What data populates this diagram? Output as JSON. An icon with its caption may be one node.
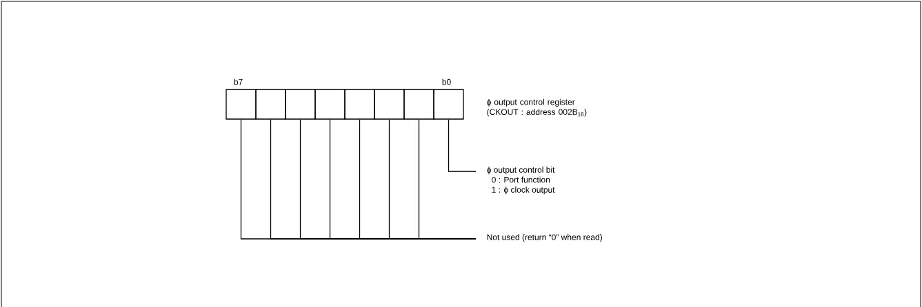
{
  "diagram": {
    "nodes": [
      {
        "text": [],
        "shape": "box",
        "beside": [
          "b7"
        ]
      },
      {
        "text": [],
        "shape": "box"
      },
      {
        "text": [],
        "shape": "box"
      },
      {
        "text": [],
        "shape": "box"
      },
      {
        "text": [],
        "shape": "box"
      },
      {
        "text": [],
        "shape": "box"
      },
      {
        "text": [],
        "shape": "box"
      },
      {
        "text": [],
        "shape": "box",
        "beside": [
          "b0"
        ]
      },
      {
        "text": [
          "ϕ output control bit",
          "0 : Port function",
          "1 : ϕ clock output"
        ]
      },
      {
        "text": [
          "Not used (return “0” when read)"
        ]
      }
    ],
    "edges": [
      {
        "from": 7,
        "to": 8,
        "arrow": "none"
      },
      {
        "from": 0,
        "to": 9,
        "arrow": "none"
      },
      {
        "from": 1,
        "to": 9,
        "arrow": "none"
      },
      {
        "from": 2,
        "to": 9,
        "arrow": "none"
      },
      {
        "from": 3,
        "to": 9,
        "arrow": "none"
      },
      {
        "from": 4,
        "to": 9,
        "arrow": "none"
      },
      {
        "from": 5,
        "to": 9,
        "arrow": "none"
      },
      {
        "from": 6,
        "to": 9,
        "arrow": "none"
      }
    ],
    "labels": [
      "ϕ output control register (CKOUT : address 002B$_{16}$)"
    ]
  }
}
